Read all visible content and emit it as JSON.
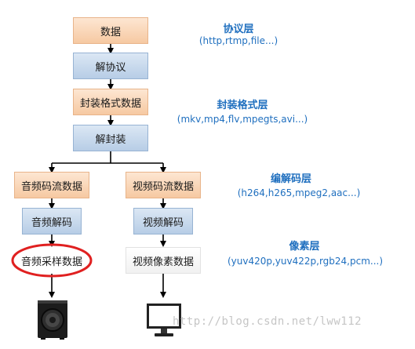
{
  "nodes": {
    "data": "数据",
    "deprotocol": "解协议",
    "container_data": "封装格式数据",
    "demux": "解封装",
    "audio_stream": "音频码流数据",
    "video_stream": "视频码流数据",
    "audio_decode": "音频解码",
    "video_decode": "视频解码",
    "audio_samples": "音频采样数据",
    "video_pixels": "视频像素数据"
  },
  "layers": {
    "protocol": {
      "title": "协议层",
      "examples": "(http,rtmp,file...)"
    },
    "container": {
      "title": "封装格式层",
      "examples": "(mkv,mp4,flv,mpegts,avi...)"
    },
    "codec": {
      "title": "编解码层",
      "examples": "(h264,h265,mpeg2,aac...)"
    },
    "pixel": {
      "title": "像素层",
      "examples": "(yuv420p,yuv422p,rgb24,pcm...)"
    }
  },
  "watermark": "http://blog.csdn.net/lww112",
  "colors": {
    "layer_text": "#1f6fbf",
    "highlight_circle": "#e02020",
    "orange_box": "#f6c9a2",
    "blue_box": "#b7cde6"
  },
  "icons": {
    "audio_output": "speaker-icon",
    "video_output": "monitor-icon"
  }
}
